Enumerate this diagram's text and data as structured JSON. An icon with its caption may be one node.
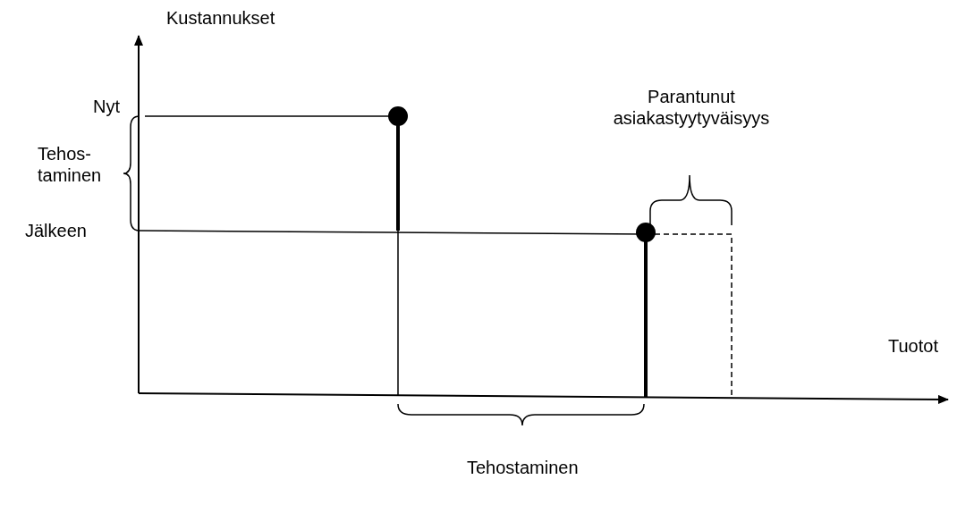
{
  "diagram": {
    "labels": [
      "Kustannukset",
      "Nyt",
      "Tehos- taminen",
      "Parantunut asiakastyytyväisyys",
      "Jälkeen",
      "Tuotot",
      "Tehostaminen"
    ]
  }
}
